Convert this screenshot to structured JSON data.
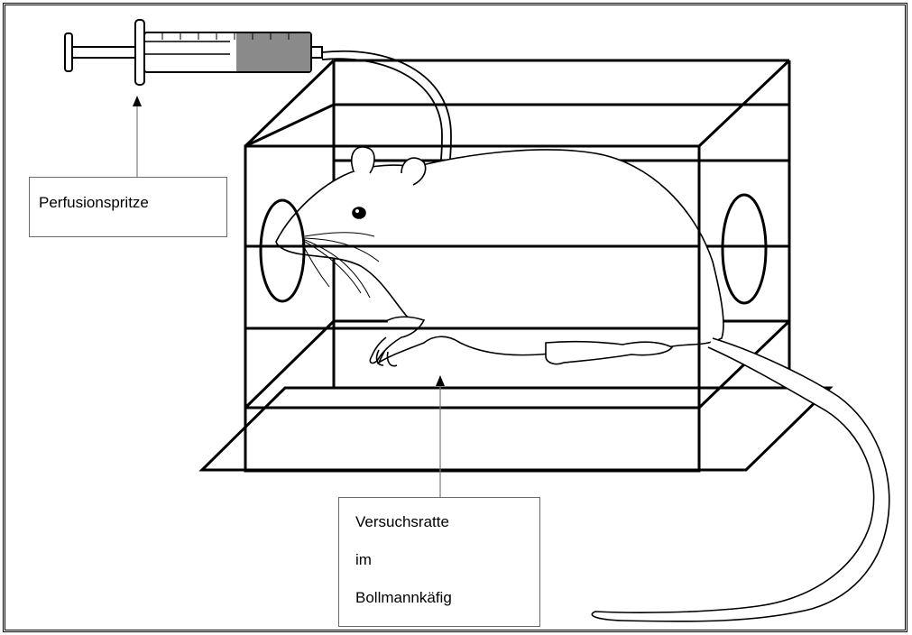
{
  "labels": {
    "syringe": "Perfusionspritze",
    "rat_line1": "Versuchsratte",
    "rat_line2": "im",
    "rat_line3": "Bollmannkäfig"
  },
  "colors": {
    "line": "#000000",
    "pointer": "#7a7a7a",
    "syringe_fluid": "#8a8a8a",
    "background": "#ffffff"
  }
}
